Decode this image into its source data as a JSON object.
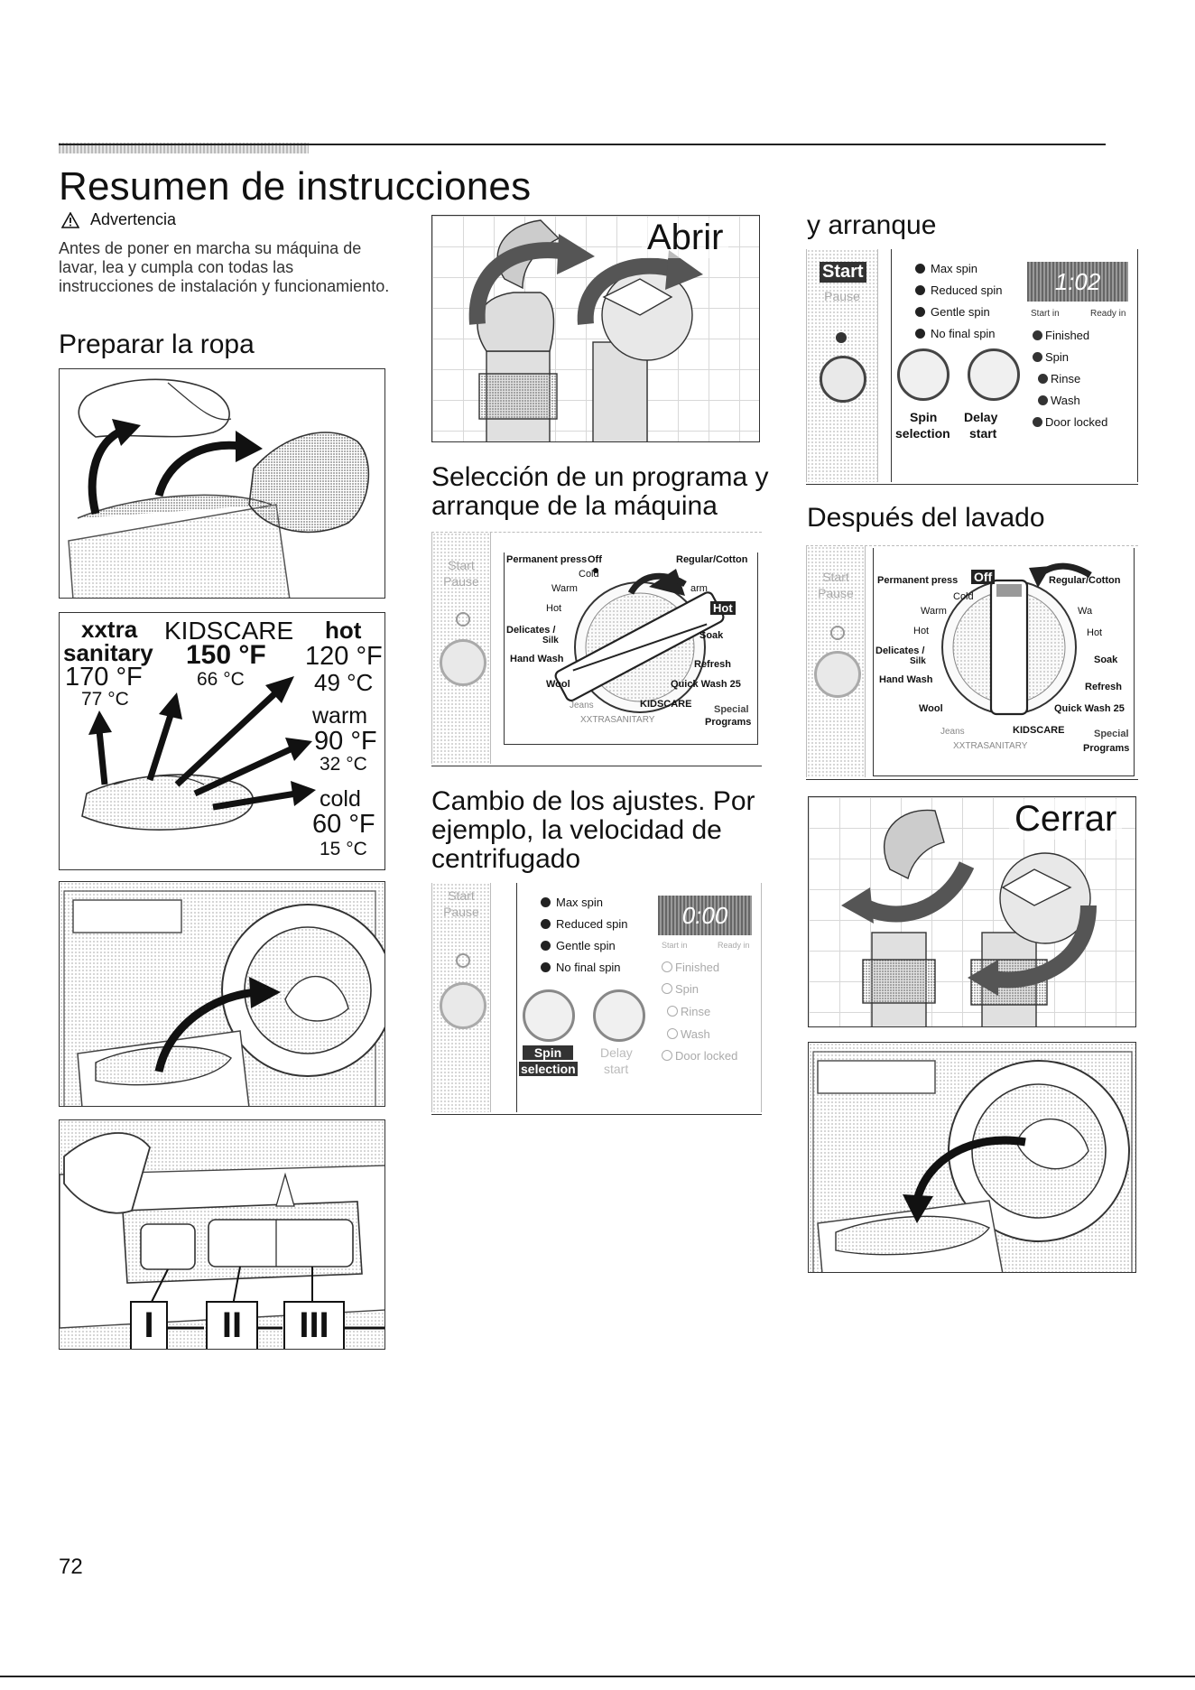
{
  "page": {
    "title": "Resumen de instrucciones",
    "warning_title": "Advertencia",
    "warning_text": "Antes de poner en marcha su máquina de lavar, lea y cumpla con todas las instrucciones de instalación y funcionamiento.",
    "page_number": "72"
  },
  "sections": {
    "prepare": "Preparar la ropa",
    "select": "Selección de un programa y arranque de la máquina",
    "change": "Cambio de los ajustes. Por ejemplo, la velocidad de centrifugado",
    "start": "y arranque",
    "after": "Después del lavado"
  },
  "labels": {
    "open": "Abrir",
    "close": "Cerrar"
  },
  "temps": {
    "xxtra": "xxtra",
    "sanitary": "sanitary",
    "t170f": "170 °F",
    "t77c": "77 °C",
    "kidscare": "KIDSCARE",
    "t150f": "150 °F",
    "t66c": "66 °C",
    "hot": "hot",
    "t120f": "120 °F",
    "t49c": "49 °C",
    "warm": "warm",
    "t90f": "90 °F",
    "t32c": "32 °C",
    "cold": "cold",
    "t60f": "60 °F",
    "t15c": "15 °C"
  },
  "dispenser": {
    "c1": "I",
    "c2": "II",
    "c3": "III"
  },
  "dial": {
    "permanent_press": "Permanent press",
    "off": "Off",
    "regular_cotton": "Regular/Cotton",
    "cold": "Cold",
    "warm": "Warm",
    "hot": "Hot",
    "delicates": "Delicates /",
    "silk": "Silk",
    "soak": "Soak",
    "hand_wash": "Hand Wash",
    "refresh": "Refresh",
    "wool": "Wool",
    "quick_wash": "Quick Wash 25",
    "jeans": "Jeans",
    "kidscare": "KIDSCARE",
    "special": "Special",
    "xxtra_sanitary": "XXTRASANITARY",
    "programs": "Programs",
    "sel_hot": "Hot",
    "sel_warm_partial": "arm",
    "after_warm_partial": "Wa",
    "after_hot_right": "Hot"
  },
  "panel": {
    "start": "Start",
    "pause": "Pause",
    "max_spin": "Max spin",
    "reduced_spin": "Reduced spin",
    "gentle_spin": "Gentle spin",
    "no_final_spin": "No final spin",
    "display_start": "1:02",
    "display_change": "0:00",
    "start_in": "Start in",
    "ready_in": "Ready in",
    "finished": "Finished",
    "spin": "Spin",
    "rinse": "Rinse",
    "wash": "Wash",
    "door_locked": "Door locked",
    "spin_label": "Spin",
    "selection_label": "selection",
    "delay_label": "Delay",
    "start_label": "start"
  }
}
